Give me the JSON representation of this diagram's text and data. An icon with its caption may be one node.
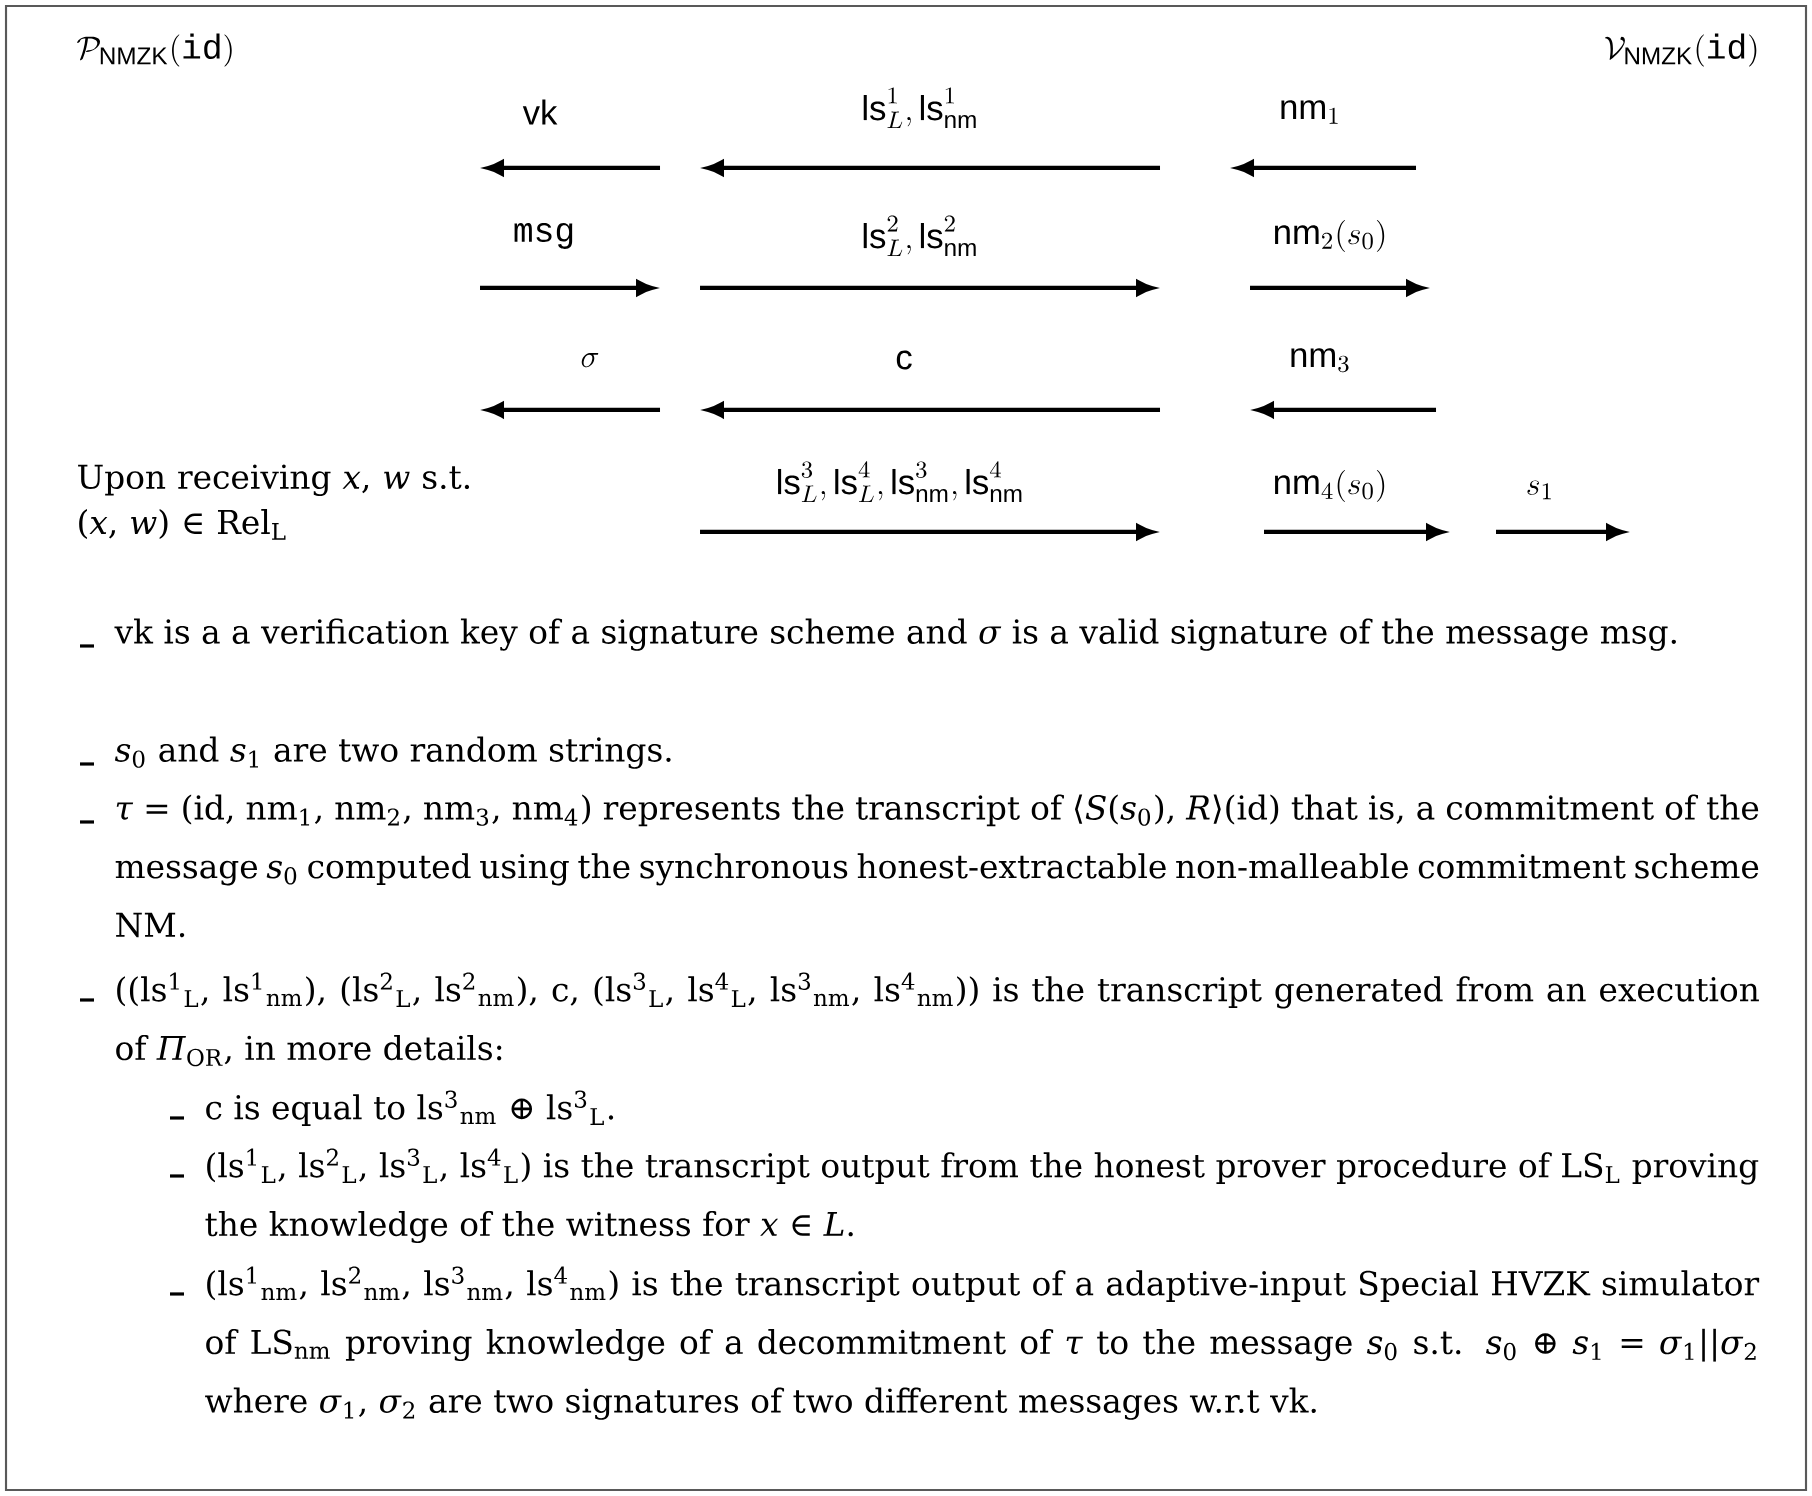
{
  "diagram": {
    "labels": [
      "\\mathcal{P}_{\\mathsf{NMZK}}(\\mathtt{id})",
      "\\mathcal{V}_{\\mathsf{NMZK}}(\\mathtt{id})",
      "\\mathsf{vk}",
      "\\mathsf{ls}^1_L, \\mathsf{ls}^1_{\\mathsf{nm}}",
      "\\mathsf{nm}_1",
      "\\mathtt{msg}",
      "\\mathsf{ls}^2_L, \\mathsf{ls}^2_{\\mathsf{nm}}",
      "\\mathsf{nm}_2(s_0)",
      "\\sigma",
      "\\mathsf{c}",
      "\\mathsf{nm}_3",
      "Upon receiving *x*, *w* s.t. (*x*, *w*) ∈ Rel$_{L}$",
      "\\mathsf{ls}^3_L, \\mathsf{ls}^4_L, \\mathsf{ls}^3_{\\mathsf{nm}}, \\mathsf{ls}^4_{\\mathsf{nm}}",
      "\\mathsf{nm}_4(s_0)",
      "s_1",
      "vk is a a verification key of a signature scheme and *σ* is a valid signature of the message msg.",
      "*s*$_{0}$ and *s*$_{1}$ are two random strings.",
      "*τ* = (id, nm$_{1}$, nm$_{2}$, nm$_{3}$, nm$_{4}$) represents the transcript of ⟨*S*(*s*$_{0}$), *R*⟩(id) that is, a commitment of the message *s*$_{0}$ computed using the synchronous honest-extractable non-malleable commitment scheme NM.",
      "((ls$^{1}$$_{L}$, ls$^{1}$$_{nm}$), (ls$^{2}$$_{L}$, ls$^{2}$$_{nm}$), c, (ls$^{3}$$_{L}$, ls$^{4}$$_{L}$, ls$^{3}$$_{nm}$, ls$^{4}$$_{nm}$)) is the transcript generated from an execution of *Π*$_{OR}$, in more details:",
      "c is equal to ls$^{3}$$_{nm}$ ⊕ ls$^{3}$$_{L}$.",
      "(ls$^{1}$$_{L}$, ls$^{2}$$_{L}$, ls$^{3}$$_{L}$, ls$^{4}$$_{L}$) is the transcript output from the honest prover procedure of LS$_{L}$ proving the knowledge of the witness for *x* ∈ *L*.",
      "(ls$^{1}$$_{nm}$, ls$^{2}$$_{nm}$, ls$^{3}$$_{nm}$, ls$^{4}$$_{nm}$) is the transcript output of a adaptive-input Special HVZK simulator of LS$_{nm}$ proving knowledge of a decommitment of *τ* to the message *s*$_{0}$ s.t. *s*$_{0}$ ⊕ *s*$_{1}$ = *σ*$_{1}$||*σ*$_{2}$ where *σ*$_{1}$, *σ*$_{2}$ are two signatures of two different messages w.r.t vk."
    ]
  }
}
